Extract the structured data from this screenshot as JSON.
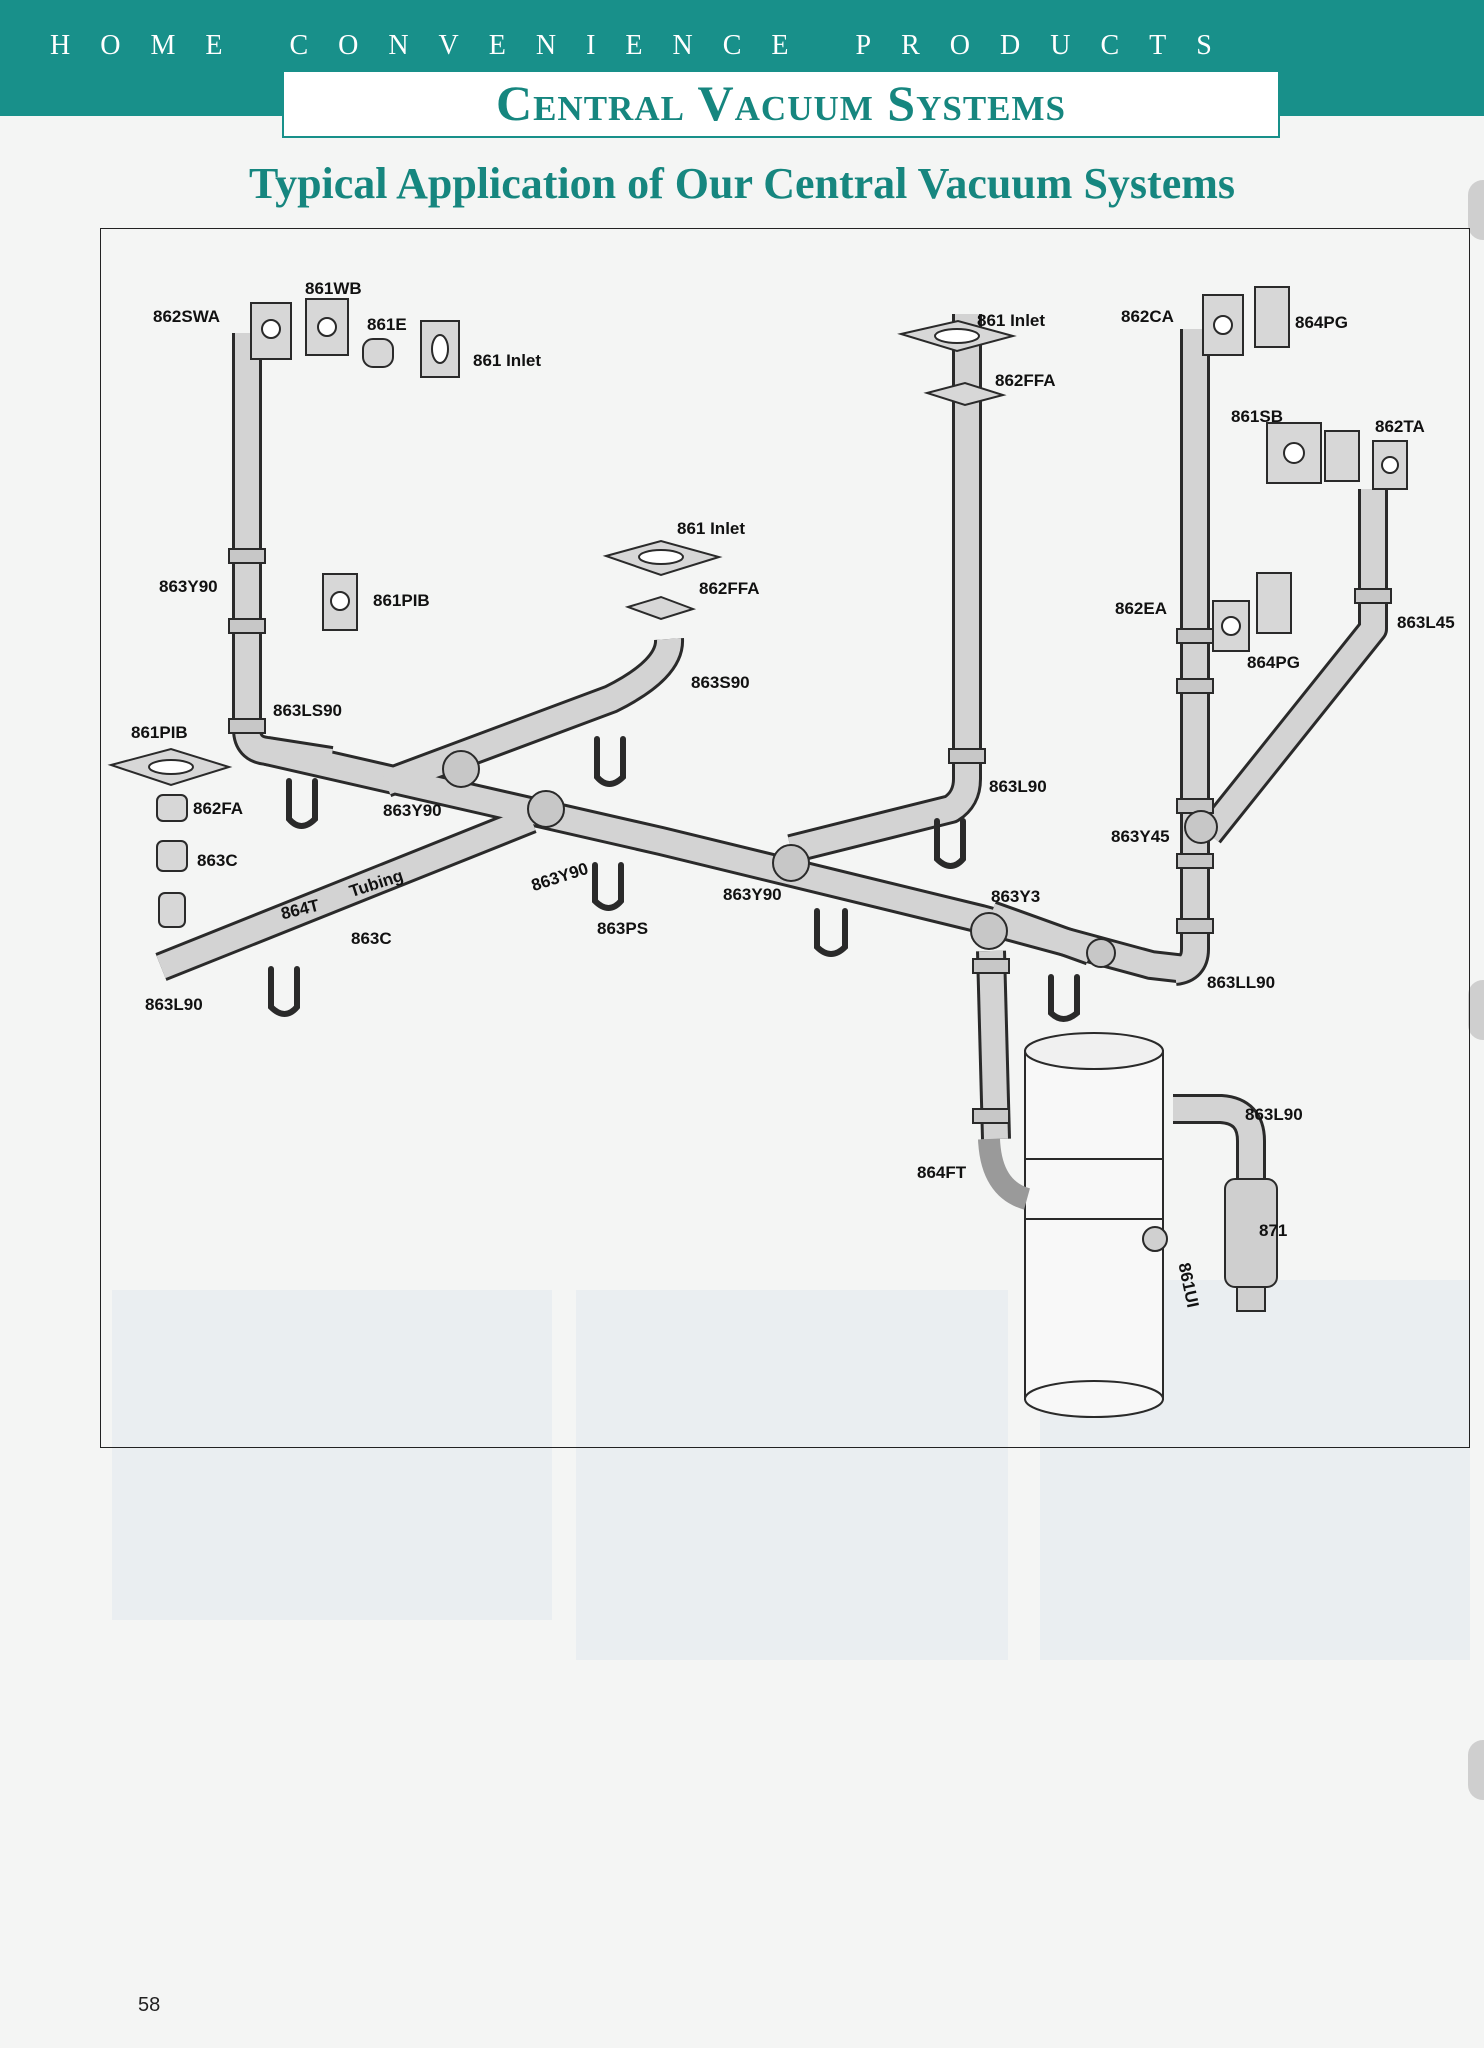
{
  "header": {
    "banner": "HOME CONVENIENCE PRODUCTS",
    "section_title": "Central Vacuum Systems"
  },
  "diagram": {
    "title": "Typical Application of Our Central Vacuum Systems",
    "labels": {
      "l862SWA": "862SWA",
      "l861WB": "861WB",
      "l861E": "861E",
      "l861Inlet_left": "861 Inlet",
      "l863Y90_left": "863Y90",
      "l861PIB_wall": "861PIB",
      "l863LS90": "863LS90",
      "l861PIB_floor": "861PIB",
      "l862FA": "862FA",
      "l863C_top": "863C",
      "l864T": "864T",
      "l_tubing": "Tubing",
      "l863C_bottom": "863C",
      "l863L90_left": "863L90",
      "l863Y90_mid": "863Y90",
      "l861Inlet_mid": "861 Inlet",
      "l862FFA_mid": "862FFA",
      "l863S90": "863S90",
      "l863Y90_diag": "863Y90",
      "l863PS": "863PS",
      "l863Y90_center": "863Y90",
      "l861Inlet_right": "861 Inlet",
      "l862FFA_right": "862FFA",
      "l863L90_right": "863L90",
      "l863Y3": "863Y3",
      "l862CA": "862CA",
      "l864PG_top": "864PG",
      "l861SB": "861SB",
      "l862TA": "862TA",
      "l862EA": "862EA",
      "l864PG_mid": "864PG",
      "l863L45": "863L45",
      "l863Y45": "863Y45",
      "l863LL90": "863LL90",
      "l863L90_unit": "863L90",
      "l864FT": "864FT",
      "l871": "871",
      "l861UI": "861UI"
    }
  },
  "page_number": "58",
  "colors": {
    "banner": "#18908a",
    "title_text": "#16867f",
    "pipe_fill": "#cfcfcf",
    "pipe_stroke": "#333333"
  }
}
